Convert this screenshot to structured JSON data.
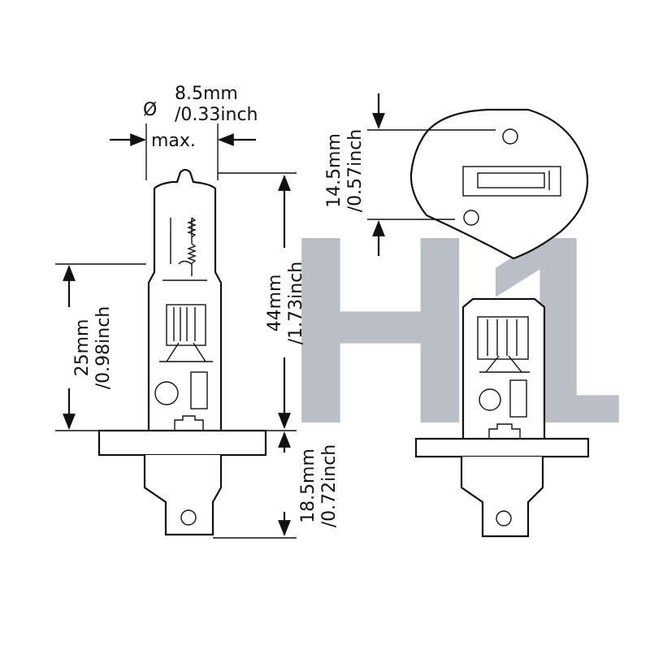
{
  "watermark": "H1",
  "diameter": {
    "symbol": "Ø",
    "mm": "8.5mm",
    "inch": "/0.33inch",
    "qualifier": "max."
  },
  "total_height": {
    "mm": "44mm",
    "inch": "/1.73inch"
  },
  "center_height": {
    "mm": "25mm",
    "inch": "/0.98inch"
  },
  "base_height": {
    "mm": "18.5mm",
    "inch": "/0.72inch"
  },
  "flange_offset": {
    "mm": "14.5mm",
    "inch": "/0.57inch"
  },
  "colors": {
    "line": "#111111",
    "watermark": "#8d95a0",
    "background": "#ffffff"
  }
}
